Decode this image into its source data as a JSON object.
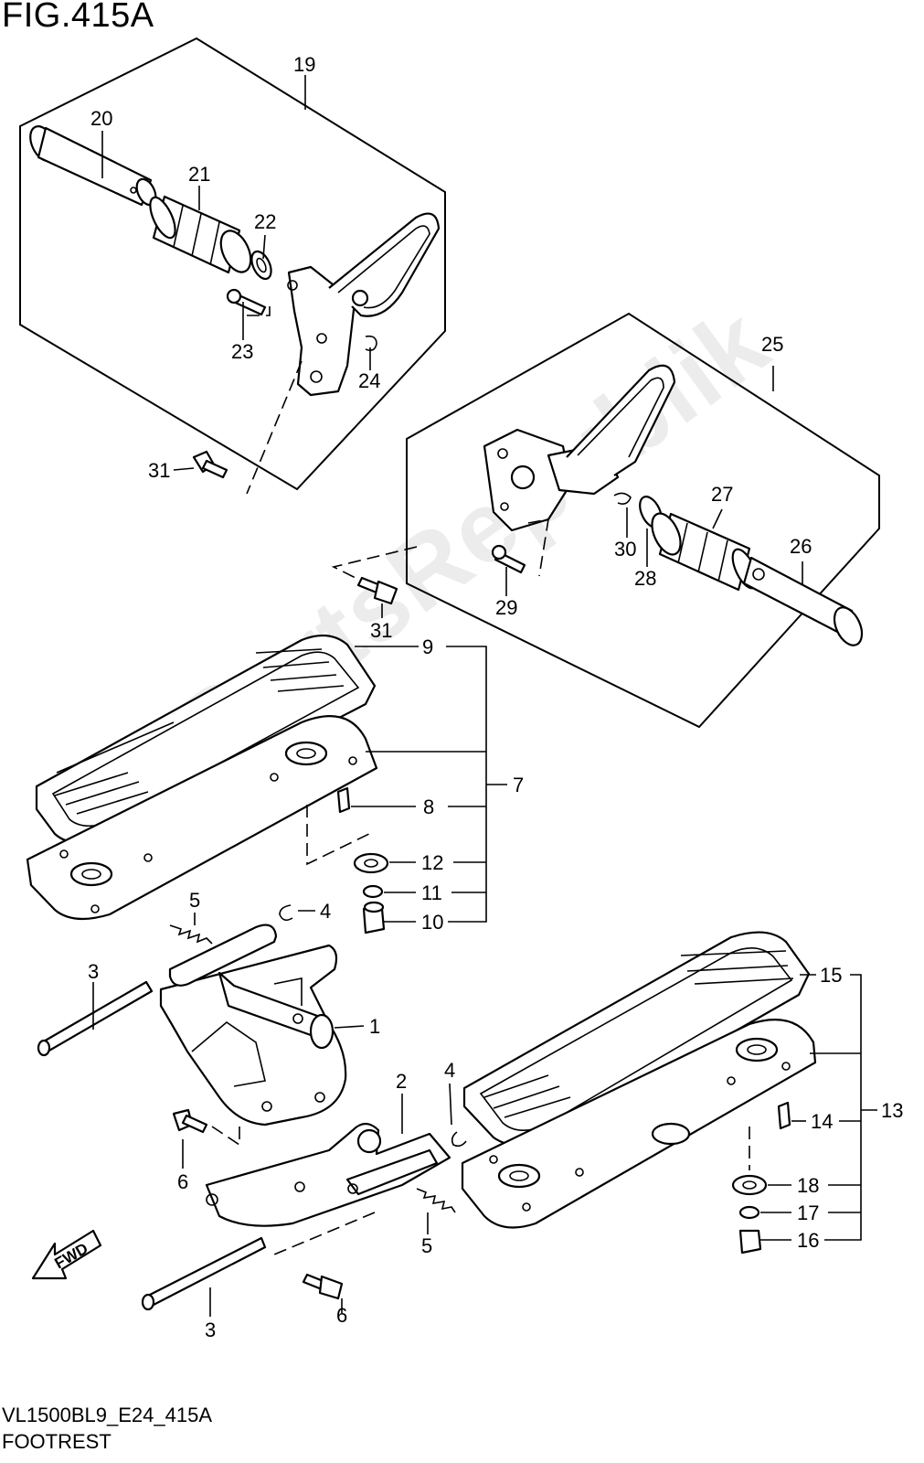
{
  "header": {
    "figure_title": "FIG.415A"
  },
  "footer": {
    "diagram_code": "VL1500BL9_E24_415A",
    "section_name": "FOOTREST"
  },
  "watermark": {
    "text": "PartsRepublik"
  },
  "callouts": {
    "p1": "1",
    "p2": "2",
    "p3a": "3",
    "p3b": "3",
    "p4a": "4",
    "p4b": "4",
    "p5a": "5",
    "p5b": "5",
    "p6a": "6",
    "p6b": "6",
    "p7": "7",
    "p8": "8",
    "p9": "9",
    "p10": "10",
    "p11": "11",
    "p12": "12",
    "p13": "13",
    "p14": "14",
    "p15": "15",
    "p16": "16",
    "p17": "17",
    "p18": "18",
    "p19": "19",
    "p20": "20",
    "p21": "21",
    "p22": "22",
    "p23": "23",
    "p24": "24",
    "p25": "25",
    "p26": "26",
    "p27": "27",
    "p28": "28",
    "p29": "29",
    "p30": "30",
    "p31a": "31",
    "p31b": "31"
  },
  "direction_arrow": {
    "label": "FWD"
  }
}
